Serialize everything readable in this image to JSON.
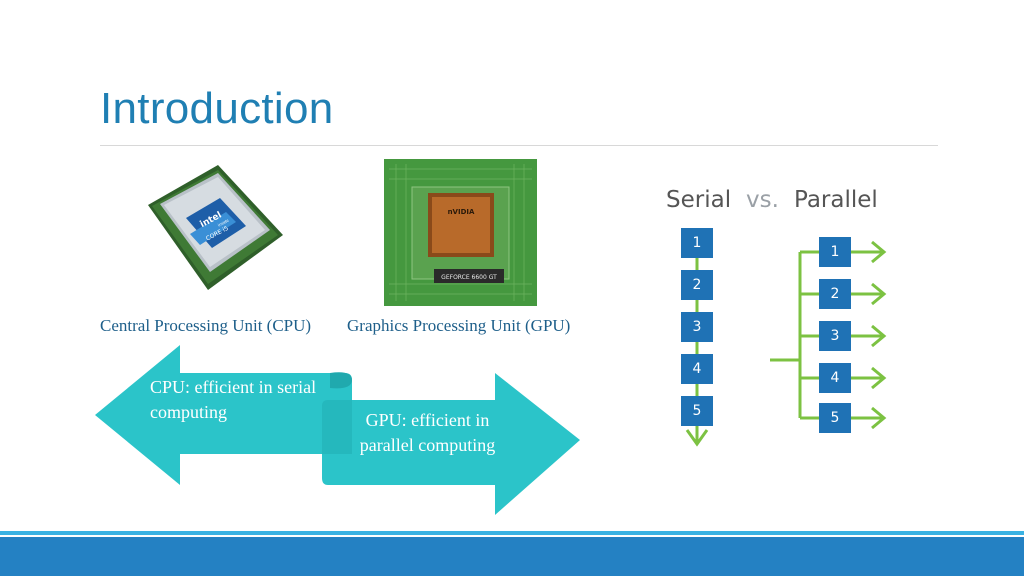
{
  "slide": {
    "title": "Introduction"
  },
  "processors": {
    "cpu_caption": "Central Processing Unit (CPU)",
    "gpu_caption": "Graphics Processing Unit (GPU)",
    "cpu_chip_text": [
      "intel",
      "inside",
      "CORE i5"
    ],
    "gpu_chip_text": [
      "nVIDIA",
      "GEFORCE 6600 GT"
    ]
  },
  "arrows": {
    "cpu_text": "CPU: efficient in serial computing",
    "gpu_text": "GPU: efficient in parallel computing"
  },
  "diagram": {
    "serial_label": "Serial",
    "vs_label": "vs.",
    "parallel_label": "Parallel",
    "serial_steps": [
      "1",
      "2",
      "3",
      "4",
      "5"
    ],
    "parallel_steps": [
      "1",
      "2",
      "3",
      "4",
      "5"
    ]
  },
  "colors": {
    "title": "#1f7fb3",
    "arrow_fill": "#2bc4c9",
    "step_box": "#1f72b5",
    "flow_line": "#7cc242",
    "footer": "#2481c3"
  }
}
